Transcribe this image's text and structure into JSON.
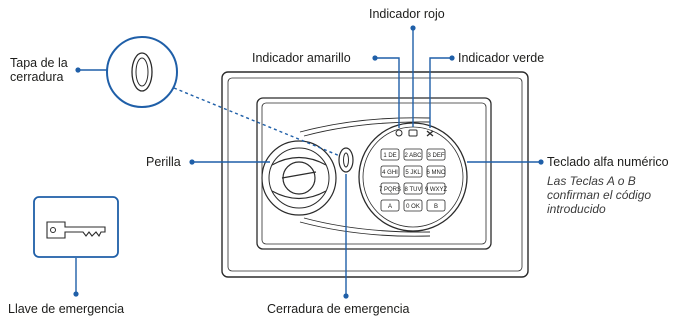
{
  "labels": {
    "red_indicator": "Indicador rojo",
    "yellow_indicator": "Indicador amarillo",
    "green_indicator": "Indicador verde",
    "lock_cover": "Tapa de la cerradura",
    "knob": "Perilla",
    "keypad": "Teclado alfa numérico",
    "emergency_key": "Llave de emergencia",
    "emergency_lock": "Cerradura de emergencia"
  },
  "keypad_note": [
    "Las Teclas A o B",
    "confirman el código",
    "introducido"
  ],
  "keys": [
    {
      "main": "1",
      "sub": "DE"
    },
    {
      "main": "2",
      "sub": "ABC"
    },
    {
      "main": "3",
      "sub": "DEF"
    },
    {
      "main": "4",
      "sub": "GHI"
    },
    {
      "main": "5",
      "sub": "JKL"
    },
    {
      "main": "6",
      "sub": "MNO"
    },
    {
      "main": "7",
      "sub": "PQRS"
    },
    {
      "main": "8",
      "sub": "TUV"
    },
    {
      "main": "9",
      "sub": "WXYZ"
    },
    {
      "main": "A",
      "sub": ""
    },
    {
      "main": "0",
      "sub": "OK"
    },
    {
      "main": "B",
      "sub": ""
    }
  ],
  "colors": {
    "accent_blue": "#1f5fa8",
    "outline": "#2b2b2b",
    "text": "#1d1d1b"
  },
  "icons": [
    "lock-cover-icon",
    "key-icon",
    "knob-icon",
    "keypad-icon"
  ]
}
